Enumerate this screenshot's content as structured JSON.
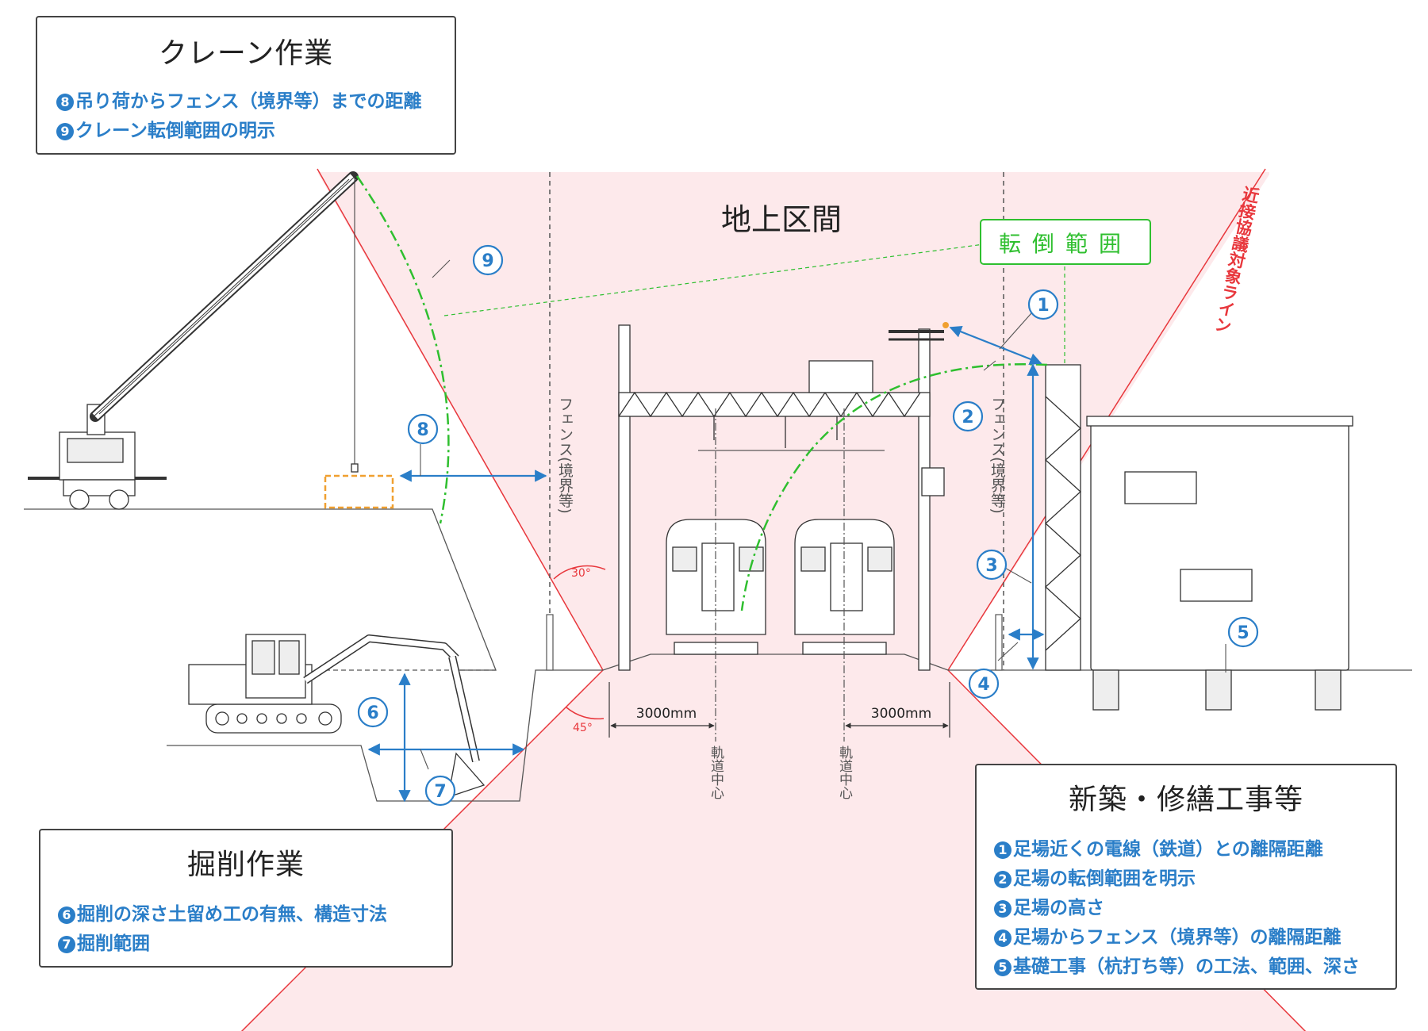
{
  "colors": {
    "accent_blue": "#2a7ec8",
    "hazard_red": "#e8373c",
    "zone_pink": "#fde9eb",
    "fall_green": "#2fbf2f",
    "load_orange": "#f0a030",
    "line_gray": "#555555"
  },
  "crane_box": {
    "title": "クレーン作業",
    "items": [
      {
        "num": "8",
        "text": "吊り荷からフェンス（境界等）までの距離"
      },
      {
        "num": "9",
        "text": "クレーン転倒範囲の明示"
      }
    ]
  },
  "excavation_box": {
    "title": "掘削作業",
    "items": [
      {
        "num": "6",
        "text": "掘削の深さ土留め工の有無、構造寸法"
      },
      {
        "num": "7",
        "text": "掘削範囲"
      }
    ]
  },
  "construction_box": {
    "title": "新築・修繕工事等",
    "items": [
      {
        "num": "1",
        "text": "足場近くの電線（鉄道）との離隔距離"
      },
      {
        "num": "2",
        "text": "足場の転倒範囲を明示"
      },
      {
        "num": "3",
        "text": "足場の高さ"
      },
      {
        "num": "4",
        "text": "足場からフェンス（境界等）の離隔距離"
      },
      {
        "num": "5",
        "text": "基礎工事（杭打ち等）の工法、範囲、深さ"
      }
    ]
  },
  "labels": {
    "ground_section": "地上区間",
    "fall_range": "転倒範囲",
    "proximity_line": "近接協議対象ライン",
    "fence_left": "フェンス(境界等)",
    "fence_right": "フェンス(境界等)",
    "track_center_1": "軌道中心",
    "track_center_2": "軌道中心",
    "dim_left": "3000mm",
    "dim_right": "3000mm",
    "angle_top": "30°",
    "angle_bottom": "45°"
  },
  "markers": [
    "1",
    "2",
    "3",
    "4",
    "5",
    "6",
    "7",
    "8",
    "9"
  ],
  "icons": [
    "crane-truck-icon",
    "excavator-icon",
    "train-car-icon",
    "catenary-gantry-icon",
    "utility-pole-icon",
    "scaffold-icon",
    "building-icon",
    "suspended-load-icon"
  ]
}
